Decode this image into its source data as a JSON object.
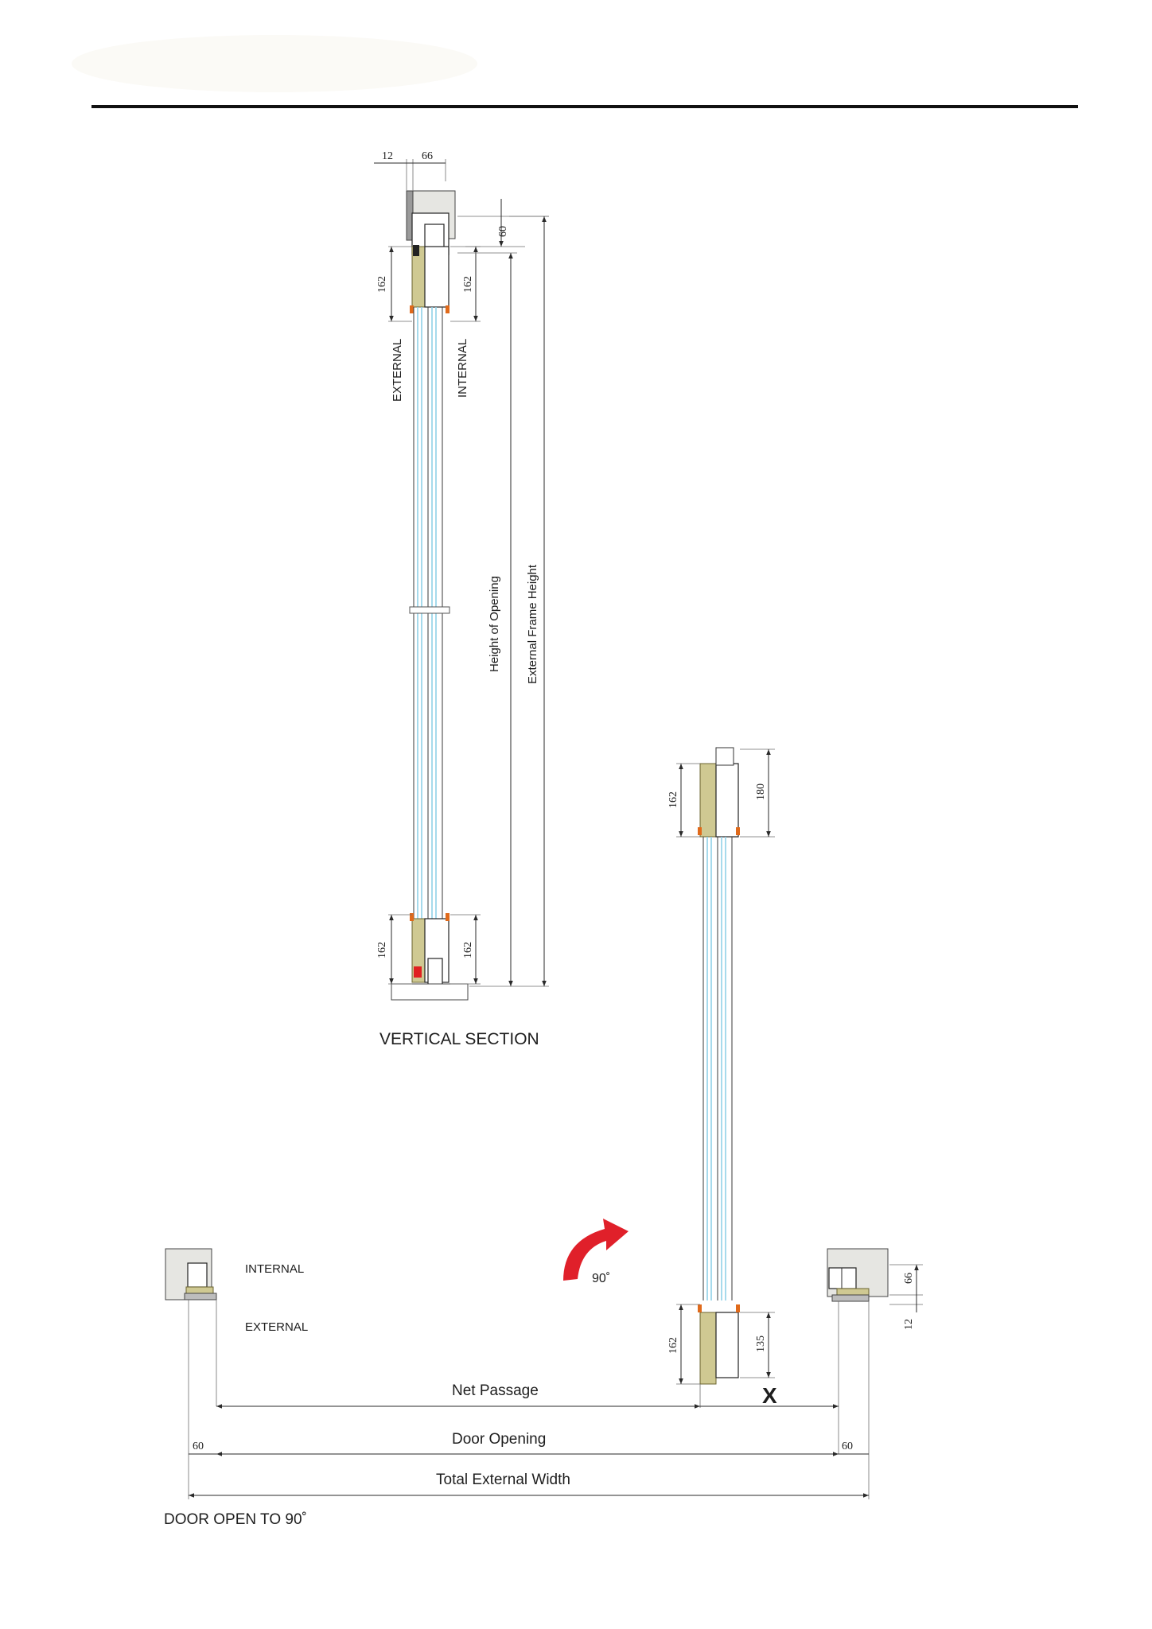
{
  "vertical_section": {
    "title": "VERTICAL SECTION",
    "side_external": "EXTERNAL",
    "side_internal": "INTERNAL",
    "top_dims": {
      "left": "12",
      "right": "66"
    },
    "head_gap": "60",
    "top_rail_left": "162",
    "top_rail_right": "162",
    "bottom_rail_left": "162",
    "bottom_rail_right": "162",
    "label_height_opening": "Height of Opening",
    "label_external_height": "External Frame Height"
  },
  "plan": {
    "title": "DOOR OPEN TO 90˚",
    "side_internal": "INTERNAL",
    "side_external": "EXTERNAL",
    "angle": "90˚",
    "leaf_top_left": "162",
    "leaf_top_right": "180",
    "leaf_bottom_left": "162",
    "leaf_bottom_right": "135",
    "jamb_dim_66": "66",
    "jamb_dim_12": "12",
    "marker_x": "X",
    "net_passage": "Net Passage",
    "door_opening": "Door Opening",
    "total_width": "Total External Width",
    "side_left_60": "60",
    "side_right_60": "60"
  },
  "colors": {
    "glass": "#8fd0e8",
    "timber": "#cfc992",
    "seal": "#e06a1b",
    "arrow": "#e0202a"
  }
}
